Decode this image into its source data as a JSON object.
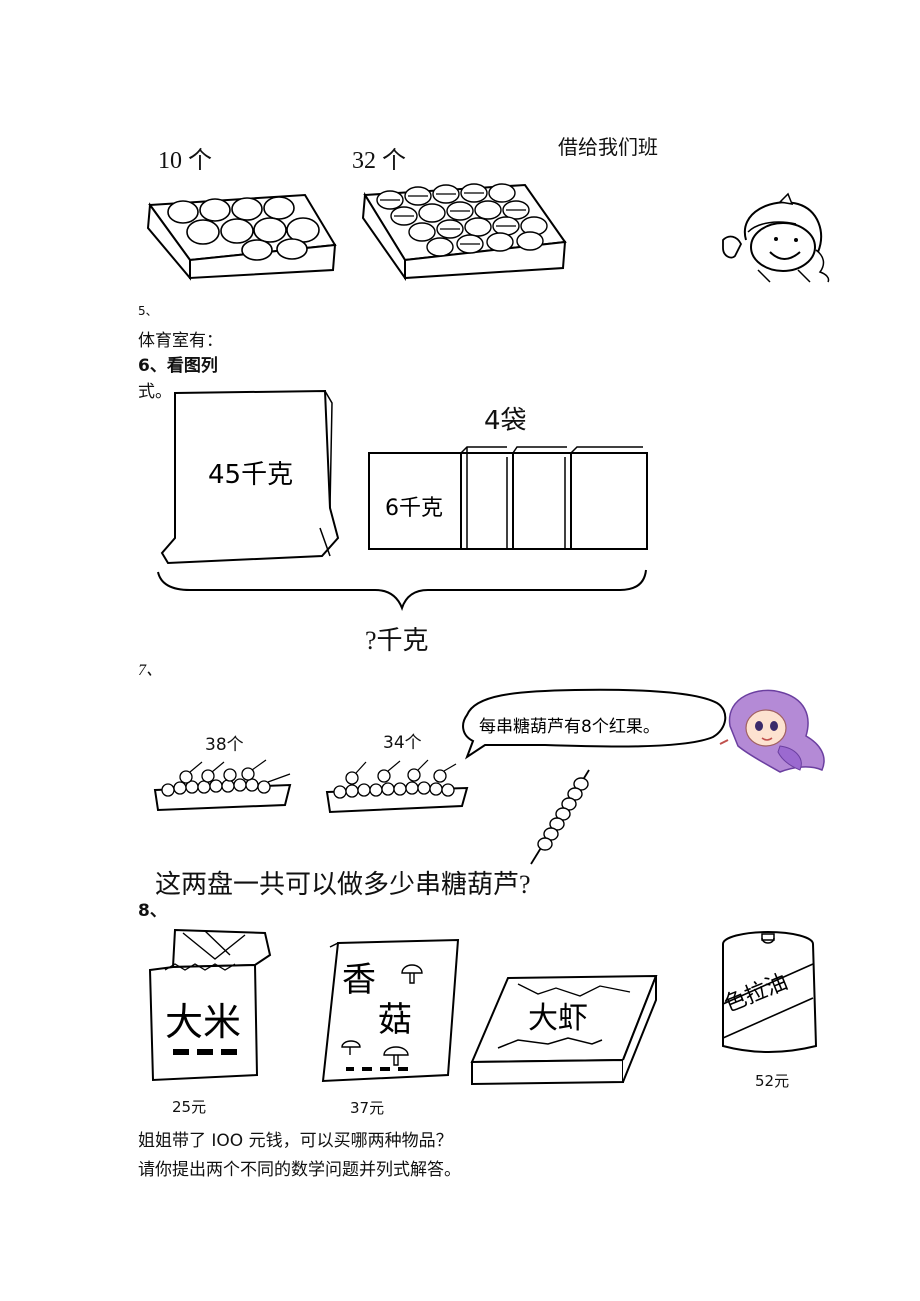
{
  "section5": {
    "box1_label": "10 个",
    "box2_label": "32 个",
    "speech": "借给我们班",
    "number": "5、",
    "prompt": "体育室有："
  },
  "section6": {
    "heading_line1": "6、看图列",
    "heading_line2": "式。",
    "big_bag": "45千克",
    "bags_count": "4袋",
    "small_bag": "6千克",
    "total": "?千克"
  },
  "section7": {
    "number": "7、",
    "plate1": "38个",
    "plate2": "34个",
    "bubble": "每串糖葫芦有8个红果。",
    "question": "这两盘一共可以做多少串糖葫芦?"
  },
  "section8": {
    "number": "8、",
    "rice_label": "大米",
    "rice_price": "25元",
    "mushroom_label_1": "香",
    "mushroom_label_2": "菇",
    "mushroom_price": "37元",
    "shrimp_label": "大虾",
    "oil_label": "色拉油",
    "oil_price": "52元",
    "line1": "姐姐带了 IOO 元钱，可以买哪两种物品？",
    "line2": "请你提出两个不同的数学问题并列式解答。"
  }
}
